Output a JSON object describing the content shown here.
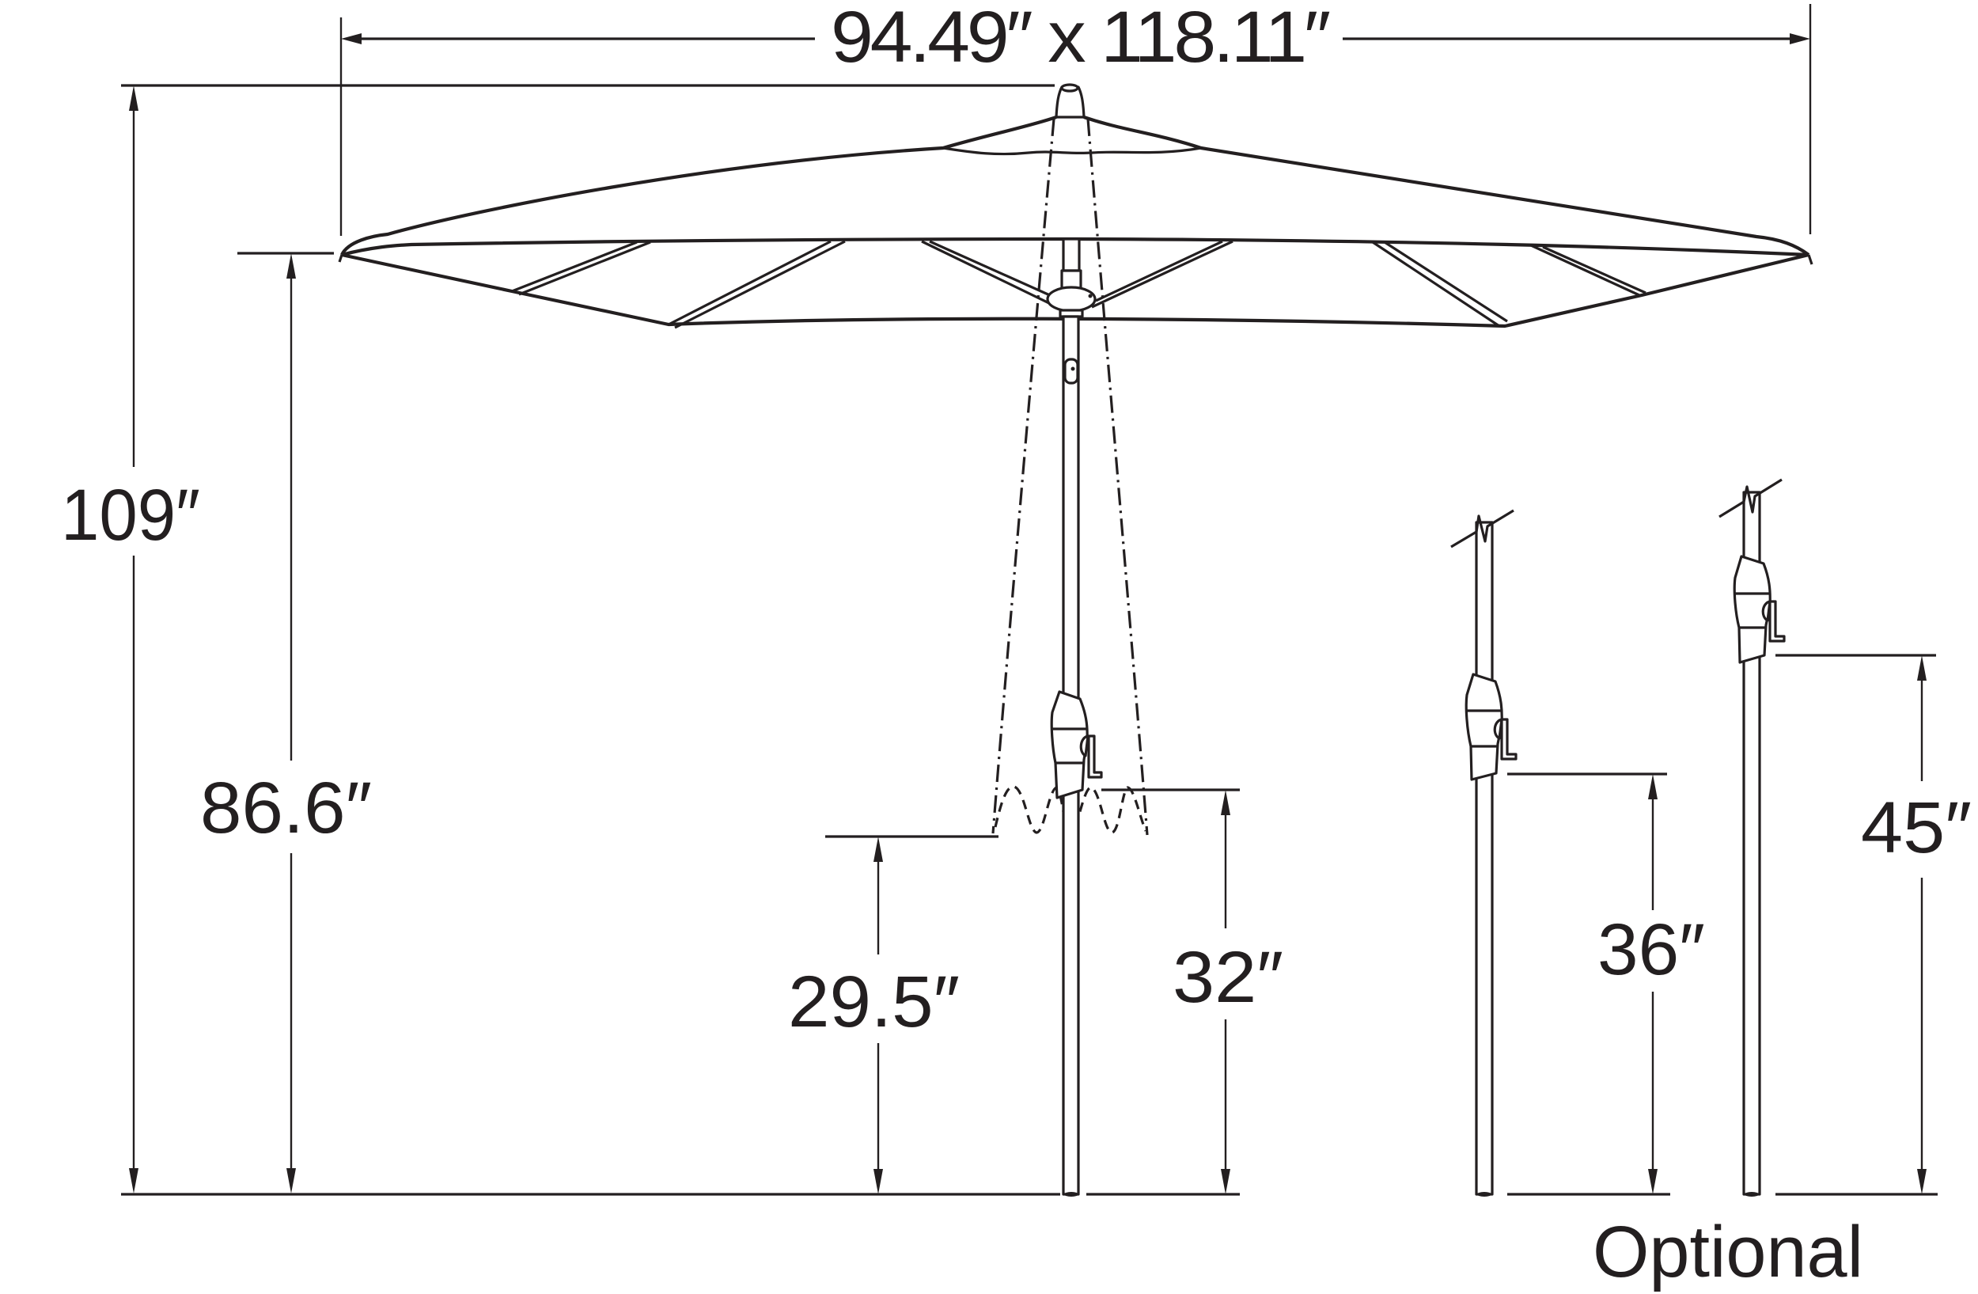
{
  "diagram": {
    "type": "dimension-drawing",
    "subject": "market umbrella with crank lift and tilt",
    "colors": {
      "ink": "#231f20",
      "background": "#ffffff"
    },
    "dimensions": {
      "canopy_size": "94.49″ x 118.11″",
      "overall_height": "109″",
      "clearance_height": "86.6″",
      "crank_height_tilted": "29.5″",
      "crank_height_standard": "32″",
      "crank_height_optional_1": "36″",
      "crank_height_optional_2": "45″"
    },
    "optional_label": "Optional"
  }
}
